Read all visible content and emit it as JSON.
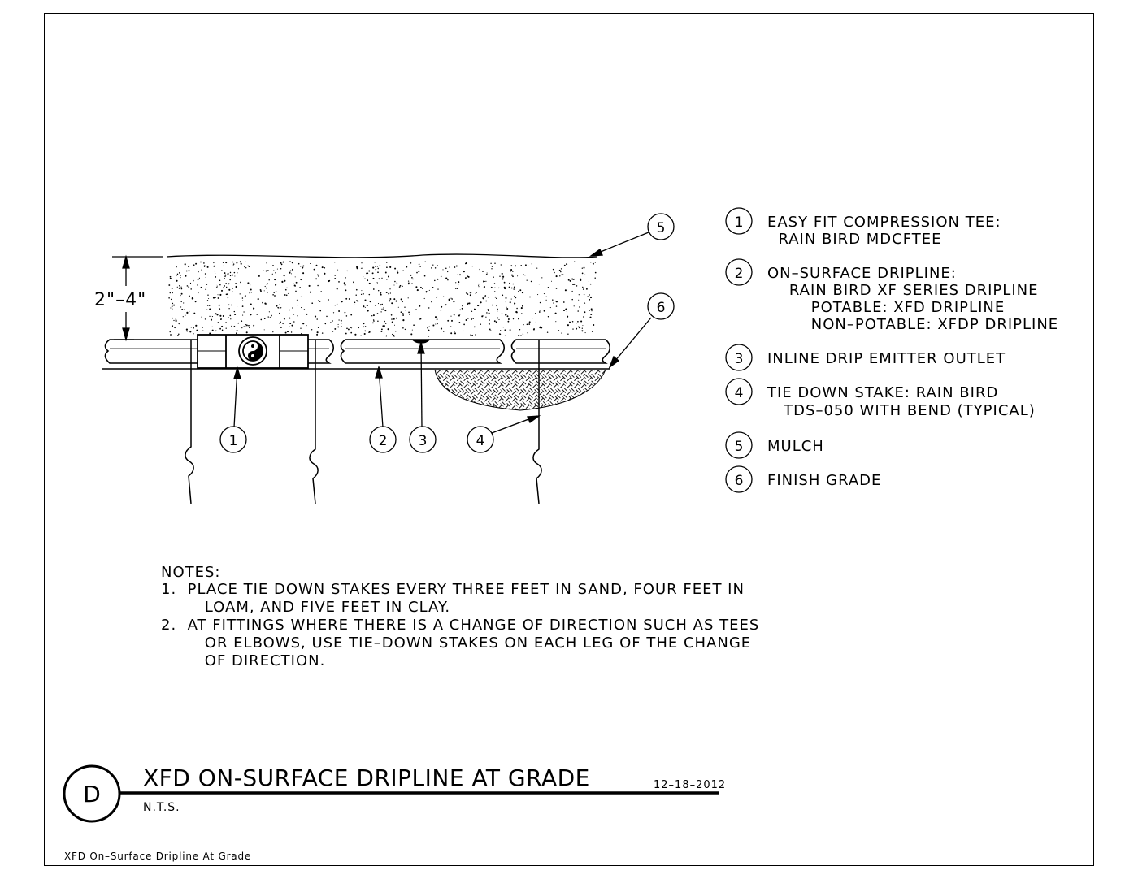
{
  "dimension_label": "2\"–4\"",
  "callouts": {
    "c1": "1",
    "c2": "2",
    "c3": "3",
    "c4": "4",
    "c5": "5",
    "c6": "6"
  },
  "legend": [
    {
      "num": "1",
      "lines": [
        "EASY FIT COMPRESSION TEE:",
        "  RAIN BIRD MDCFTEE"
      ]
    },
    {
      "num": "2",
      "lines": [
        "ON–SURFACE DRIPLINE:",
        "    RAIN BIRD XF SERIES DRIPLINE",
        "        POTABLE: XFD DRIPLINE",
        "        NON–POTABLE: XFDP DRIPLINE"
      ]
    },
    {
      "num": "3",
      "lines": [
        "INLINE DRIP EMITTER OUTLET"
      ]
    },
    {
      "num": "4",
      "lines": [
        "TIE DOWN STAKE: RAIN BIRD",
        "   TDS–050 WITH BEND (TYPICAL)"
      ]
    },
    {
      "num": "5",
      "lines": [
        "MULCH"
      ]
    },
    {
      "num": "6",
      "lines": [
        "FINISH GRADE"
      ]
    }
  ],
  "notes": {
    "heading": "NOTES:",
    "lines": [
      "1.  PLACE TIE DOWN STAKES EVERY THREE FEET IN SAND, FOUR FEET IN",
      "        LOAM, AND FIVE FEET IN CLAY.",
      "2.  AT FITTINGS WHERE THERE IS A CHANGE OF DIRECTION SUCH AS TEES",
      "        OR ELBOWS, USE TIE–DOWN STAKES ON EACH LEG OF THE CHANGE",
      "        OF DIRECTION."
    ]
  },
  "title_block": {
    "detail_letter": "D",
    "title": "XFD ON-SURFACE DRIPLINE AT GRADE",
    "date": "12–18–2012",
    "scale": "N.T.S."
  },
  "footer_label": "XFD On–Surface Dripline At Grade"
}
